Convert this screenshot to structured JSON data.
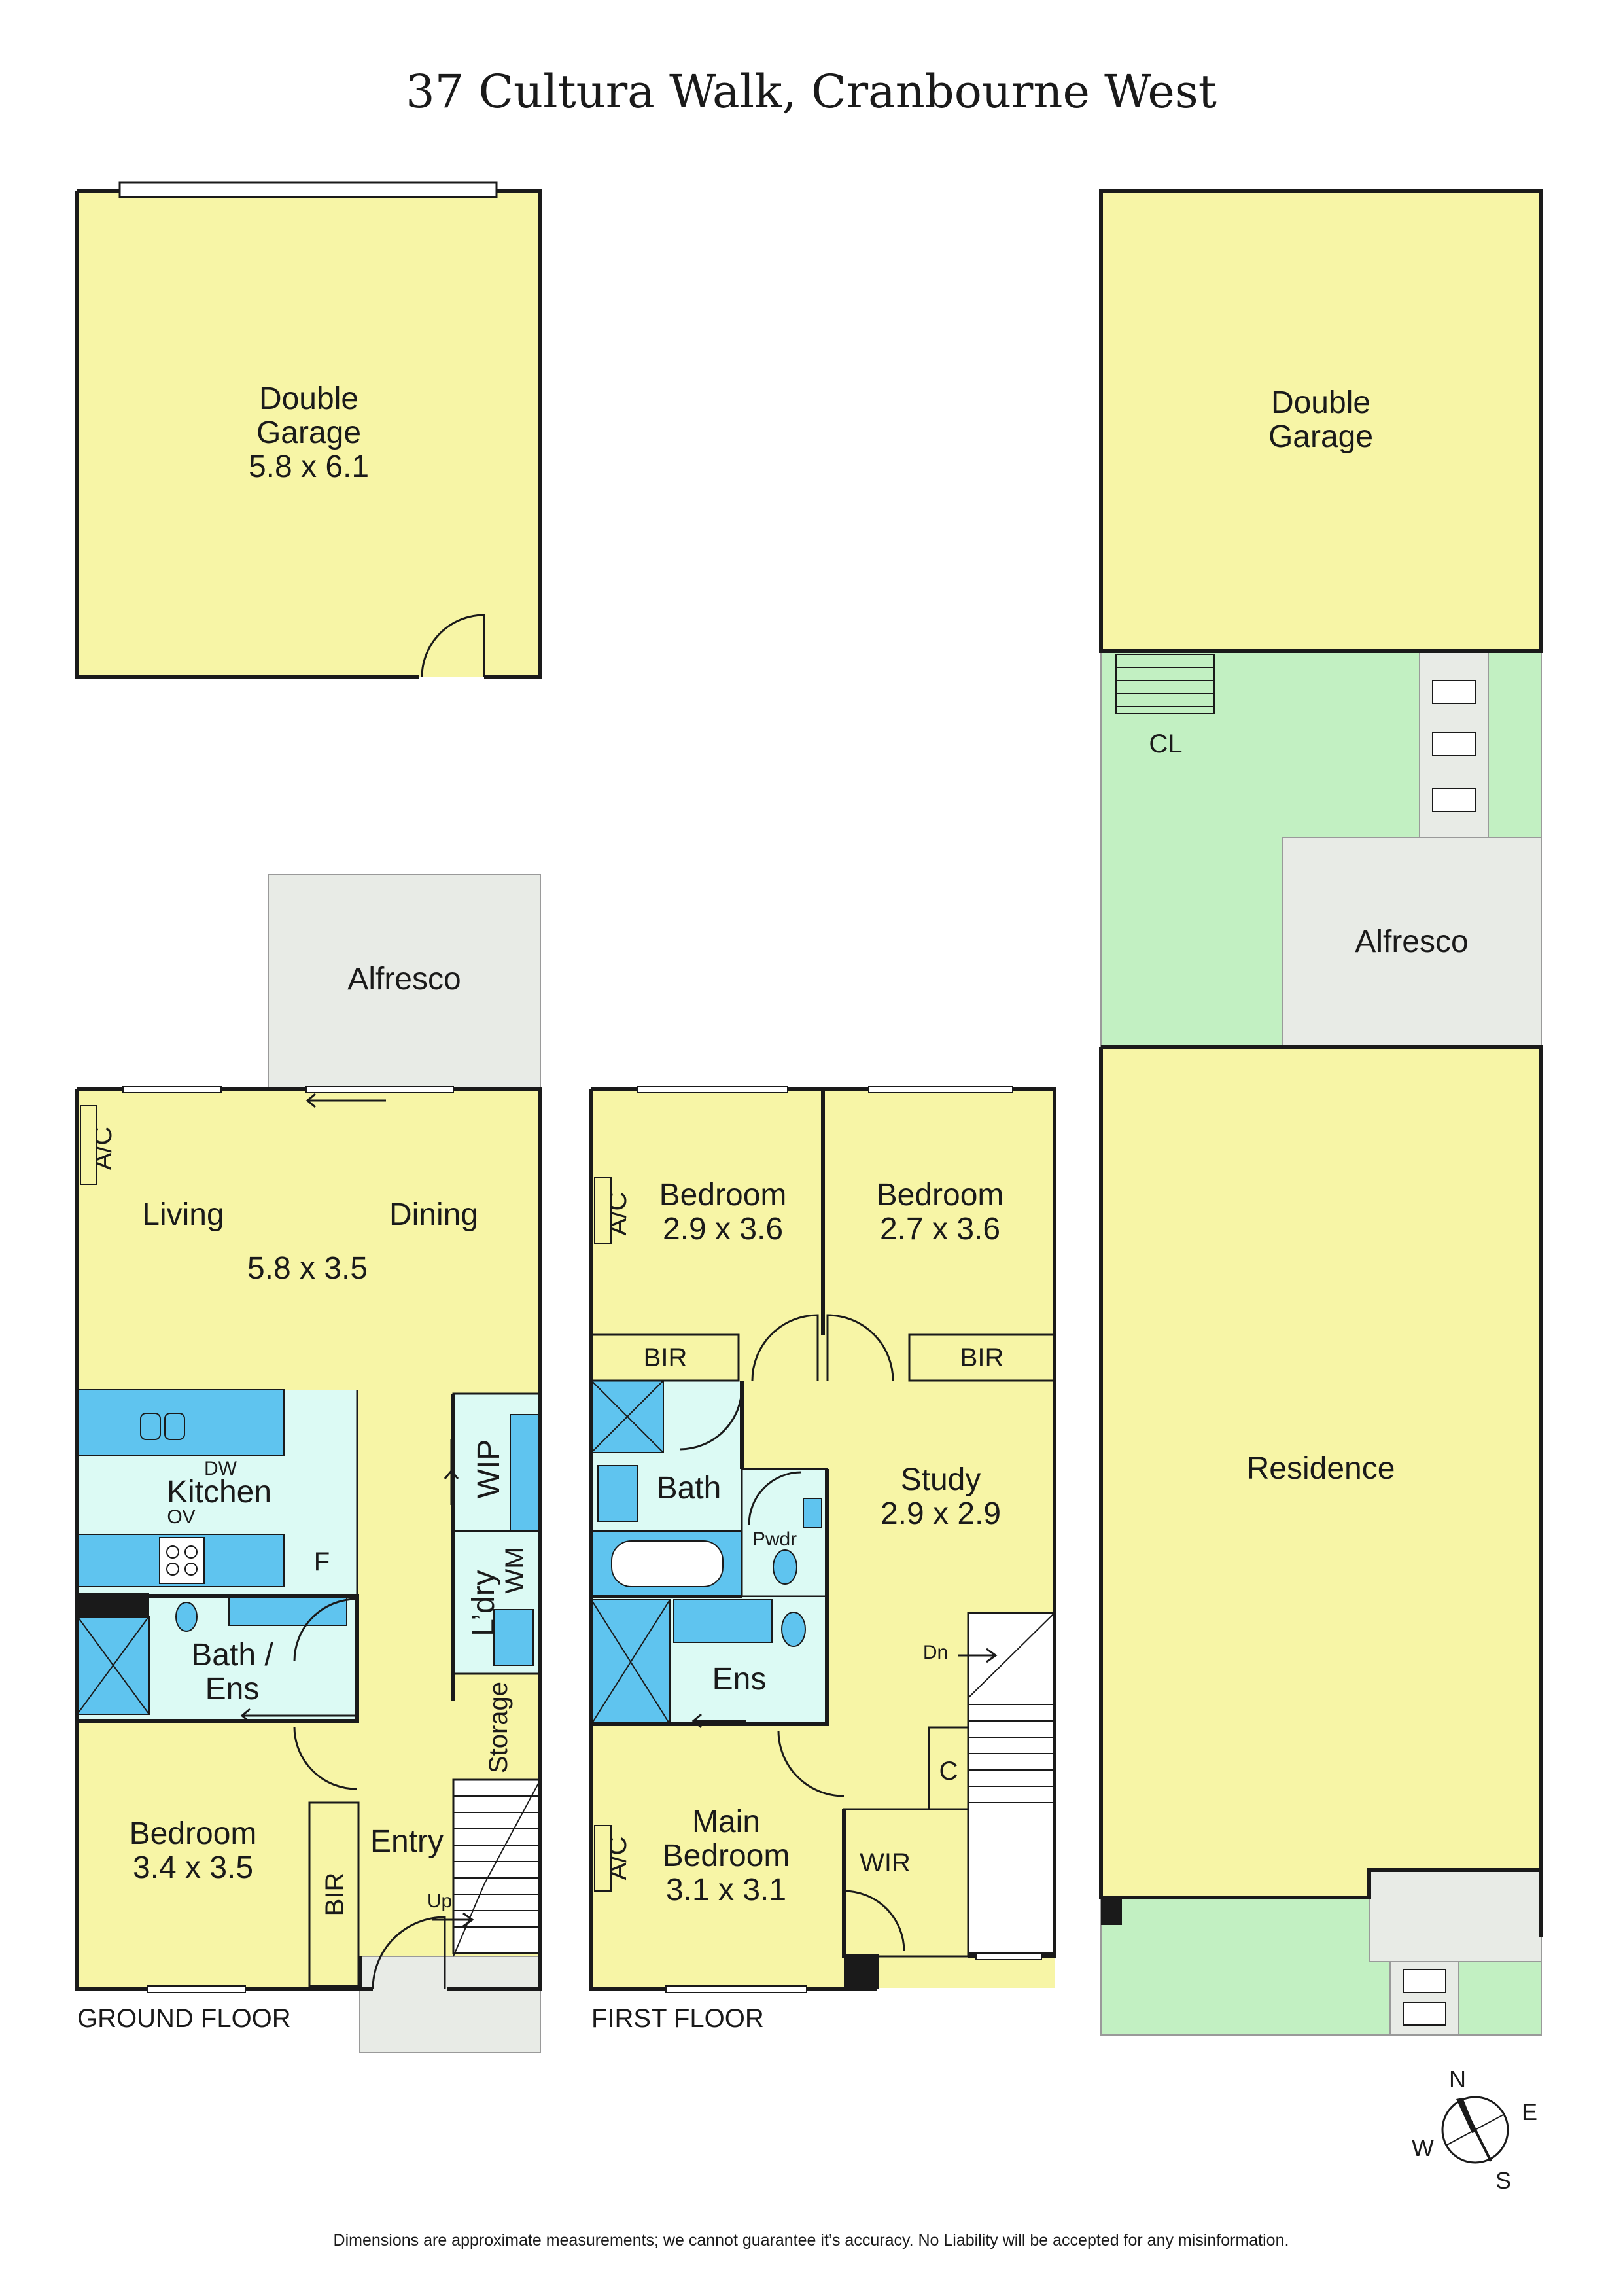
{
  "page": {
    "title": "37 Cultura Walk, Cranbourne West",
    "disclaimer": "Dimensions are approximate measurements; we cannot guarantee it’s accuracy. No Liability will be accepted for any misinformation."
  },
  "colors": {
    "room": "#f7f5a6",
    "wet": "#dcfaf4",
    "fixture": "#5fc4ef",
    "outdoor": "#e8ebe6",
    "lawn": "#c2f0c2",
    "wall": "#1a1a1a"
  },
  "floors": {
    "garage": {
      "name": "Double\nGarage",
      "size": "5.8 x 6.1"
    },
    "ground": {
      "caption": "GROUND FLOOR",
      "alfresco": "Alfresco",
      "ac": "A/C",
      "living": "Living",
      "dining": "Dining",
      "living_size": "5.8 x 3.5",
      "dw": "DW",
      "kitchen": "Kitchen",
      "ov": "OV",
      "fridge": "F",
      "wip": "WIP",
      "wm": "WM",
      "laundry": "L’dry",
      "storage": "Storage",
      "bath_ens": "Bath /\nEns",
      "bedroom": "Bedroom",
      "bedroom_size": "3.4 x 3.5",
      "bir": "BIR",
      "entry": "Entry",
      "up": "Up"
    },
    "first": {
      "caption": "FIRST FLOOR",
      "ac_left": "A/C",
      "bedroom_left": "Bedroom",
      "bedroom_left_size": "2.9 x 3.6",
      "bedroom_right": "Bedroom",
      "bedroom_right_size": "2.7 x 3.6",
      "bir_left": "BIR",
      "bir_right": "BIR",
      "bath": "Bath",
      "pwdr": "Pwdr",
      "study": "Study",
      "study_size": "2.9 x 2.9",
      "ens": "Ens",
      "dn": "Dn",
      "c": "C",
      "ac_main": "A/C",
      "main_bedroom": "Main\nBedroom",
      "main_bedroom_size": "3.1 x 3.1",
      "wir": "WIR"
    },
    "site": {
      "garage": "Double\nGarage",
      "cl": "CL",
      "alfresco": "Alfresco",
      "residence": "Residence"
    }
  },
  "compass": {
    "n": "N",
    "e": "E",
    "s": "S",
    "w": "W"
  }
}
